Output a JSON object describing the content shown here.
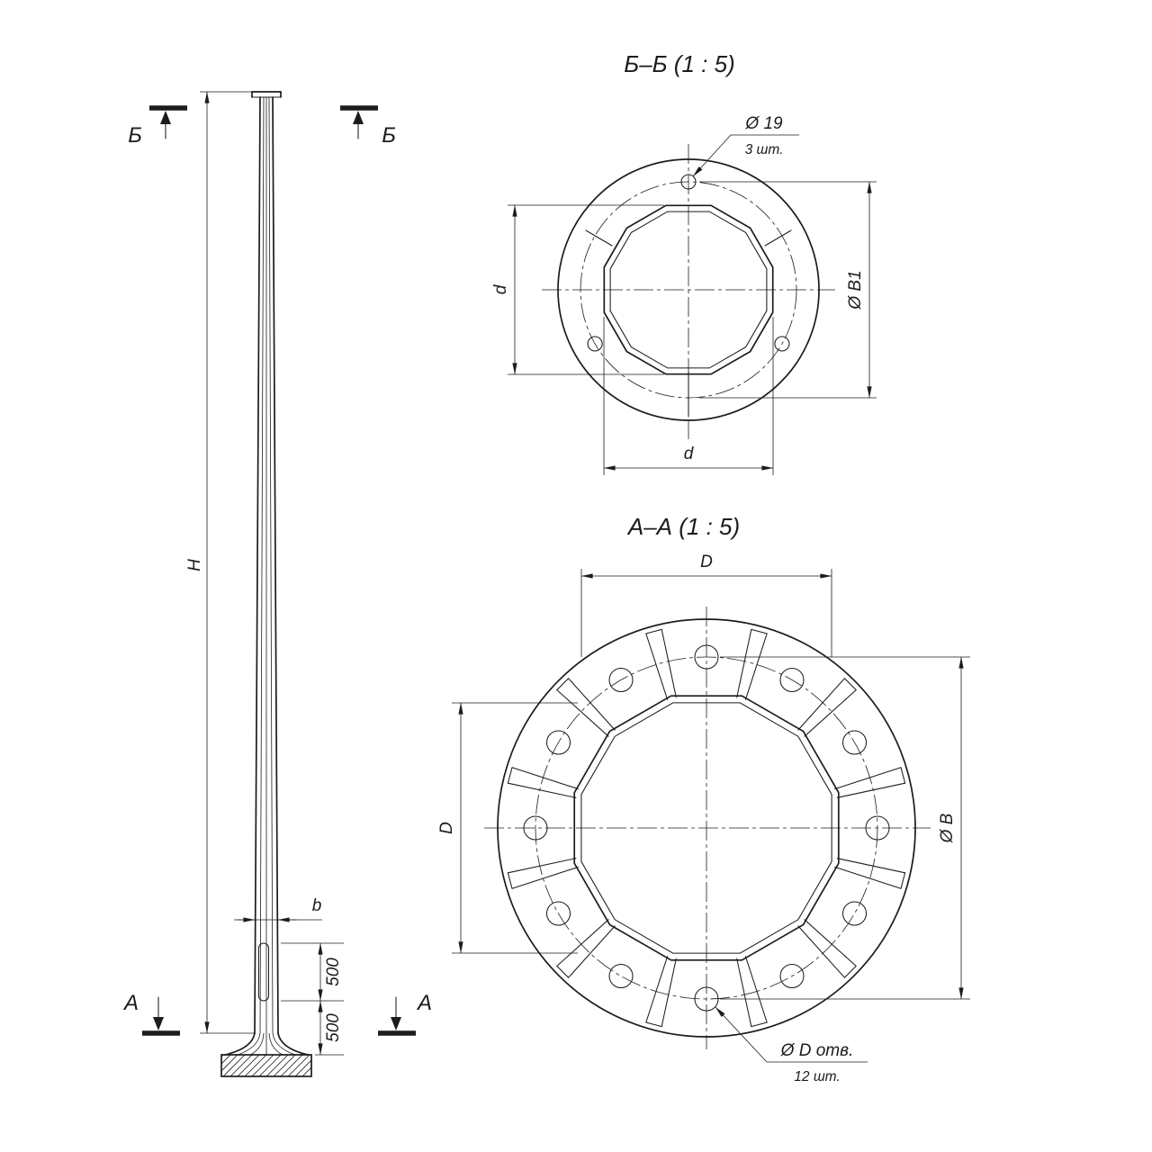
{
  "drawing": {
    "titles": {
      "section_bb": "Б–Б (1 : 5)",
      "section_aa": "А–А (1 : 5)"
    },
    "pole": {
      "section_b": "Б",
      "section_a": "А",
      "height": "H",
      "facet_width": "b",
      "handhole_span": "500",
      "base_span": "500"
    },
    "section_bb": {
      "hole_dia": "Ø 19",
      "hole_qty": "3 шт.",
      "dim_d_vertical": "d",
      "dim_d_horizontal": "d",
      "dim_bolt_circle": "Ø В1"
    },
    "section_aa": {
      "dim_d_top": "D",
      "dim_d_left": "D",
      "dim_bolt_circle": "Ø В",
      "hole_dia": "Ø D отв.",
      "hole_qty": "12 шт."
    },
    "colors": {
      "ink": "#1c1c1c",
      "paper": "#ffffff"
    }
  }
}
